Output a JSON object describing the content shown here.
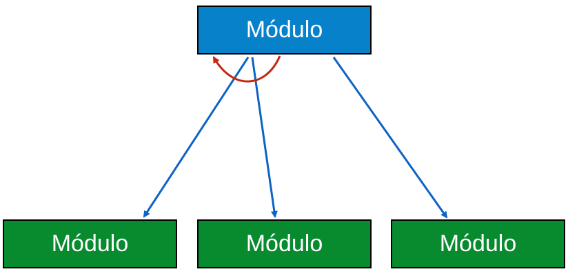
{
  "colors": {
    "parent_fill": "#0782CA",
    "child_fill": "#088A2E",
    "dependency_arrow": "#0D63C4",
    "recursive_arrow": "#C4280C"
  },
  "parent": {
    "label": "Módulo"
  },
  "children": [
    {
      "label": "Módulo"
    },
    {
      "label": "Módulo"
    },
    {
      "label": "Módulo"
    }
  ]
}
